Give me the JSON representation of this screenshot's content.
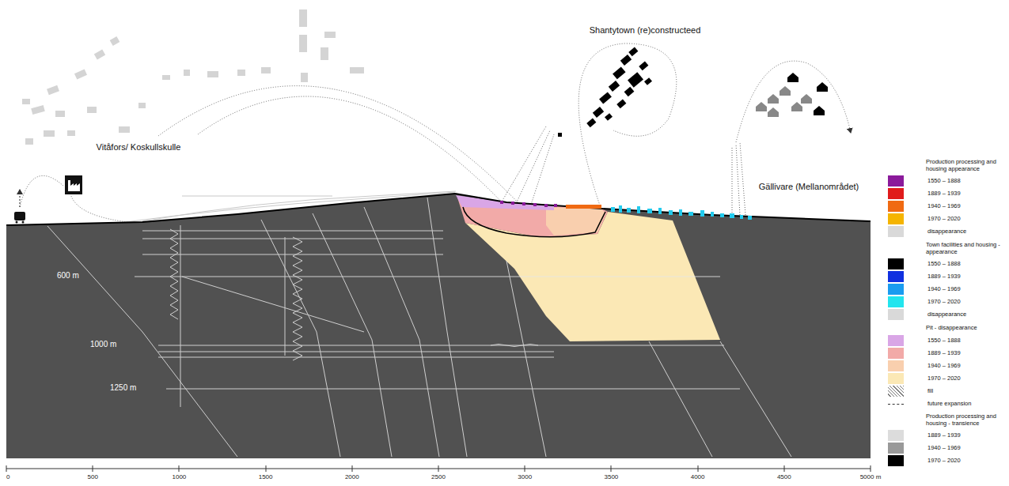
{
  "diagram": {
    "labels": [
      "Shantytown (re)constructeed",
      "Vitåfors/ Koskullskulle",
      "Gällivare (Mellanområdet)",
      "600 m",
      "1000 m",
      "1250 m",
      "0",
      "500",
      "1000",
      "1500",
      "2000",
      "2500",
      "3000",
      "3500",
      "4000",
      "4500",
      "5000 m",
      "Production processing and housing appearance",
      "Town facilities and housing - appearance",
      "Pit - disappearance",
      "Production processing and housing - transience"
    ],
    "legend": [
      {
        "text": "1550 – 1888",
        "color": "#8b1a9b"
      },
      {
        "text": "1889 – 1939",
        "color": "#e01b1b"
      },
      {
        "text": "1940 – 1969",
        "color": "#f06a12"
      },
      {
        "text": "1970 – 2020",
        "color": "#f5b400"
      },
      {
        "text": "disappearance",
        "color": "#d9d9d9"
      },
      {
        "text": "1550 – 1888",
        "color": "#000000"
      },
      {
        "text": "1889 – 1939",
        "color": "#1030e0"
      },
      {
        "text": "1940 – 1969",
        "color": "#1a9cf0"
      },
      {
        "text": "1970 – 2020",
        "color": "#22e5ee"
      },
      {
        "text": "disappearance",
        "color": "#d9d9d9"
      },
      {
        "text": "1550 – 1888",
        "color": "#d9a6e6"
      },
      {
        "text": "1889 – 1939",
        "color": "#f2aaa8"
      },
      {
        "text": "1940 – 1969",
        "color": "#f9cfae"
      },
      {
        "text": "1970 – 2020",
        "color": "#fbe8b5"
      },
      {
        "text": "fill"
      },
      {
        "text": "future expansion"
      },
      {
        "text": "1889 – 1939",
        "color": "#dcdcdc"
      },
      {
        "text": "1940 – 1969",
        "color": "#999999"
      },
      {
        "text": "1970 – 2020",
        "color": "#000000"
      }
    ]
  }
}
